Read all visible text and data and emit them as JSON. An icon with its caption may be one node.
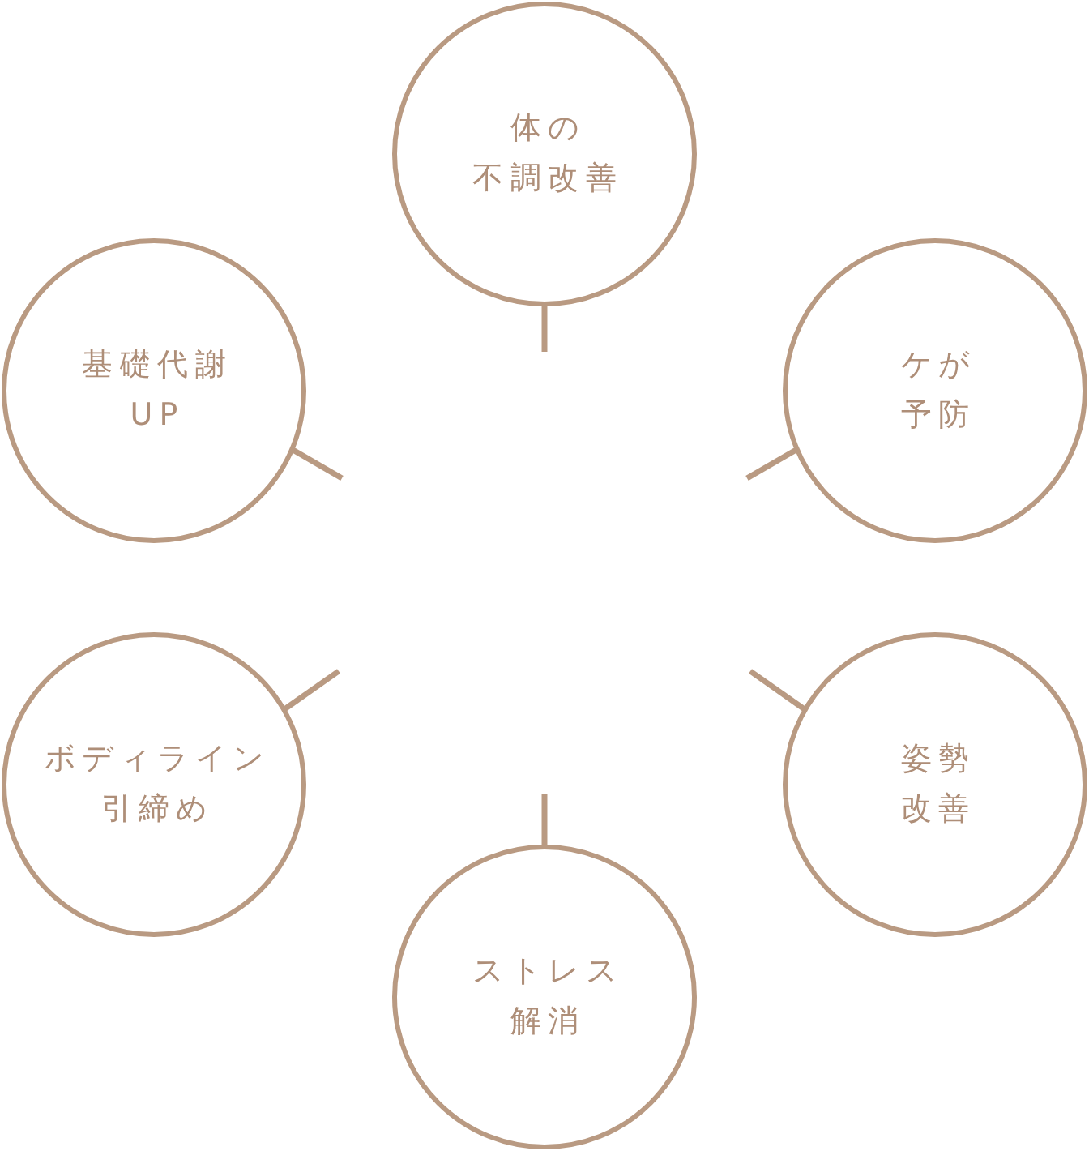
{
  "diagram": {
    "nodes": [
      {
        "text": [
          "体の不調改善"
        ]
      },
      {
        "text": [
          "基礎代謝UP"
        ]
      },
      {
        "text": [
          "ケが予防"
        ]
      },
      {
        "text": [
          "ボディライン引締め"
        ]
      },
      {
        "text": [
          "姿勢改善"
        ]
      },
      {
        "text": [
          "ストレス解消"
        ]
      }
    ],
    "edges": [
      {
        "from": 0,
        "to": null,
        "arrow": "none"
      },
      {
        "from": 1,
        "to": null,
        "arrow": "none"
      },
      {
        "from": 2,
        "to": null,
        "arrow": "none"
      },
      {
        "from": 3,
        "to": null,
        "arrow": "none"
      },
      {
        "from": 4,
        "to": null,
        "arrow": "none"
      },
      {
        "from": 5,
        "to": null,
        "arrow": "none"
      }
    ]
  }
}
